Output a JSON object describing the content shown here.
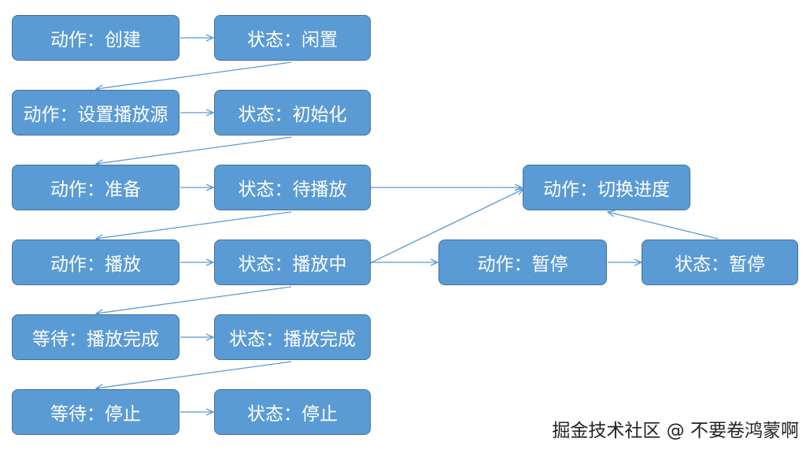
{
  "nodes": {
    "action_create": "动作：创建",
    "state_idle": "状态：闲置",
    "action_set_source": "动作：设置播放源",
    "state_initialized": "状态：初始化",
    "action_prepare": "动作：准备",
    "state_ready": "状态：待播放",
    "action_seek": "动作：切换进度",
    "action_play": "动作：播放",
    "state_playing": "状态：播放中",
    "action_pause": "动作：暂停",
    "state_paused": "状态：暂停",
    "wait_complete": "等待：播放完成",
    "state_completed": "状态：播放完成",
    "wait_stop": "等待：停止",
    "state_stopped": "状态：停止"
  },
  "colors": {
    "box_fill": "#5b9bd5",
    "box_border": "#41719c",
    "box_text": "#ffffff",
    "arrow": "#5b9bd5"
  },
  "watermark": "掘金技术社区 @ 不要卷鸿蒙啊"
}
